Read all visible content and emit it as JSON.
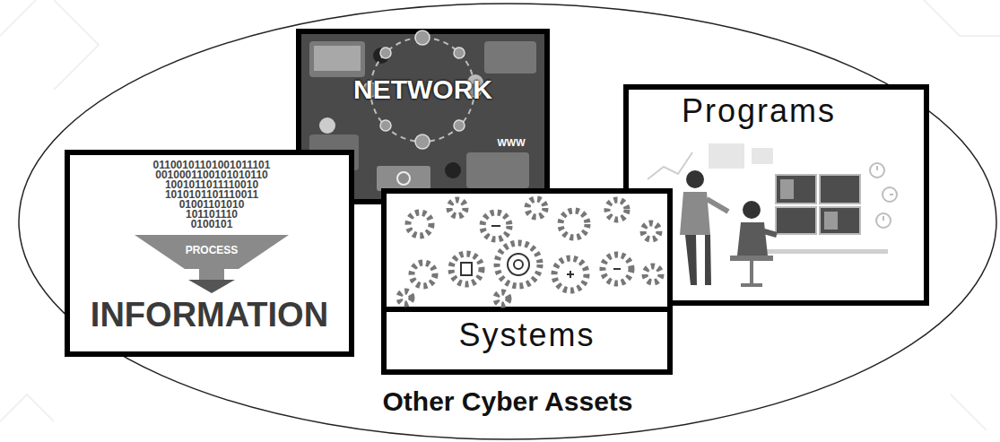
{
  "diagram": {
    "nodes": [
      {
        "text": [
          "Other Cyber Assets"
        ]
      },
      {
        "text": [
          "INFORMATION"
        ],
        "in": 0
      },
      {
        "text": [
          "NETWORK"
        ],
        "in": 0
      },
      {
        "text": [
          "Systems"
        ],
        "in": 0
      },
      {
        "text": [
          "Programs"
        ],
        "in": 0
      }
    ],
    "labels": [
      "01100101101001011101",
      "0010001100101010110",
      "1001011011110010",
      "1010101101110011",
      "01001101010",
      "101101110",
      "0100101",
      "PROCESS",
      "WWW"
    ]
  }
}
